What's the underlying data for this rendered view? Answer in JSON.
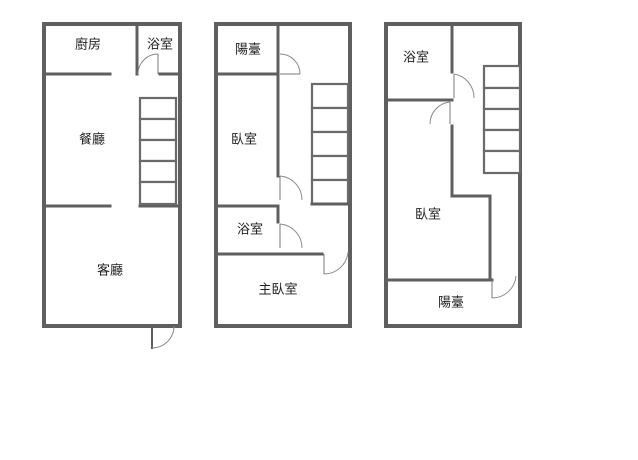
{
  "floors": [
    {
      "rooms": {
        "kitchen": "廚房",
        "bath": "浴室",
        "dining": "餐廳",
        "living": "客廳"
      }
    },
    {
      "rooms": {
        "balcony": "陽臺",
        "bedroom": "臥室",
        "bath": "浴室",
        "master_bedroom": "主臥室"
      }
    },
    {
      "rooms": {
        "bath": "浴室",
        "bedroom": "臥室",
        "balcony": "陽臺"
      }
    }
  ]
}
